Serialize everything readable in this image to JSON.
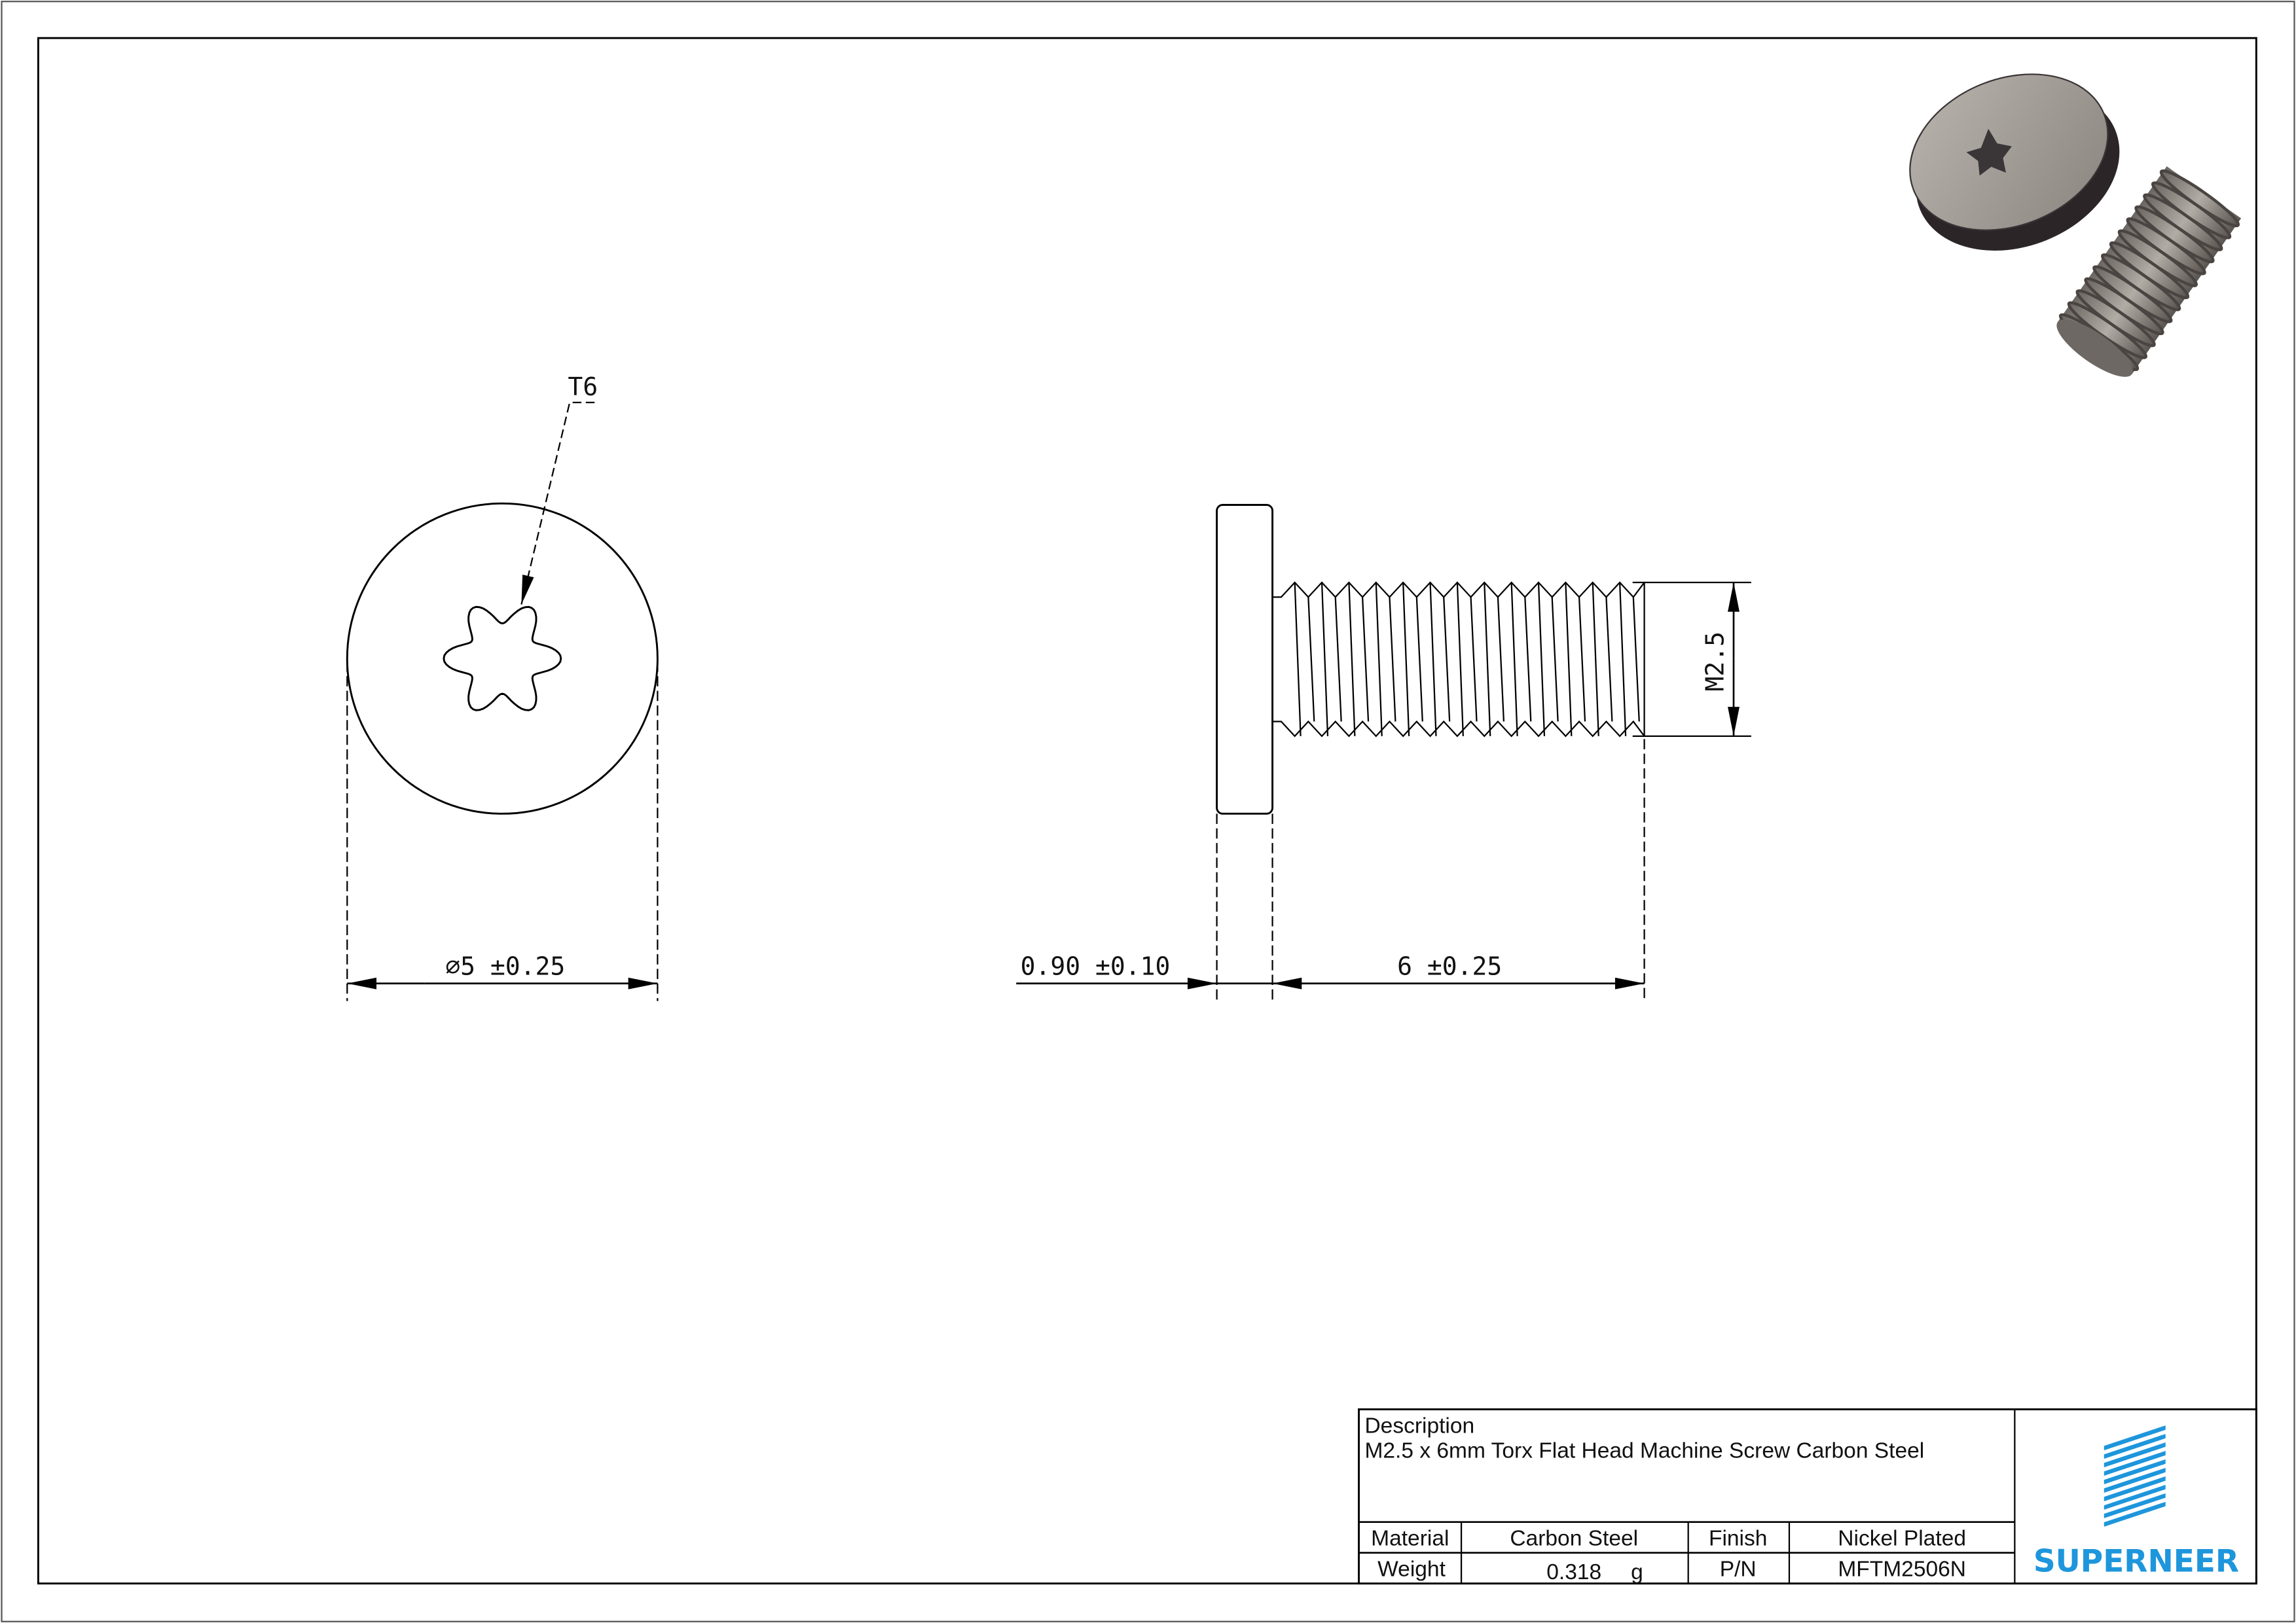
{
  "front_view": {
    "drive_callout": "T6",
    "diameter_dimension": "⌀5 ±0.25"
  },
  "side_view": {
    "thread_dimension": "M2.5",
    "head_height_dimension": "0.90 ±0.10",
    "length_dimension": "6 ±0.25"
  },
  "title_block": {
    "description_label": "Description",
    "description_value": "M2.5 x 6mm Torx Flat Head Machine Screw Carbon Steel",
    "material_label": "Material",
    "material_value": "Carbon Steel",
    "finish_label": "Finish",
    "finish_value": "Nickel Plated",
    "weight_label": "Weight",
    "weight_value": "0.318",
    "weight_unit": "g",
    "pn_label": "P/N",
    "pn_value": "MFTM2506N",
    "logo_text": "SUPERNEER",
    "brand_color": "#1e96dc"
  }
}
